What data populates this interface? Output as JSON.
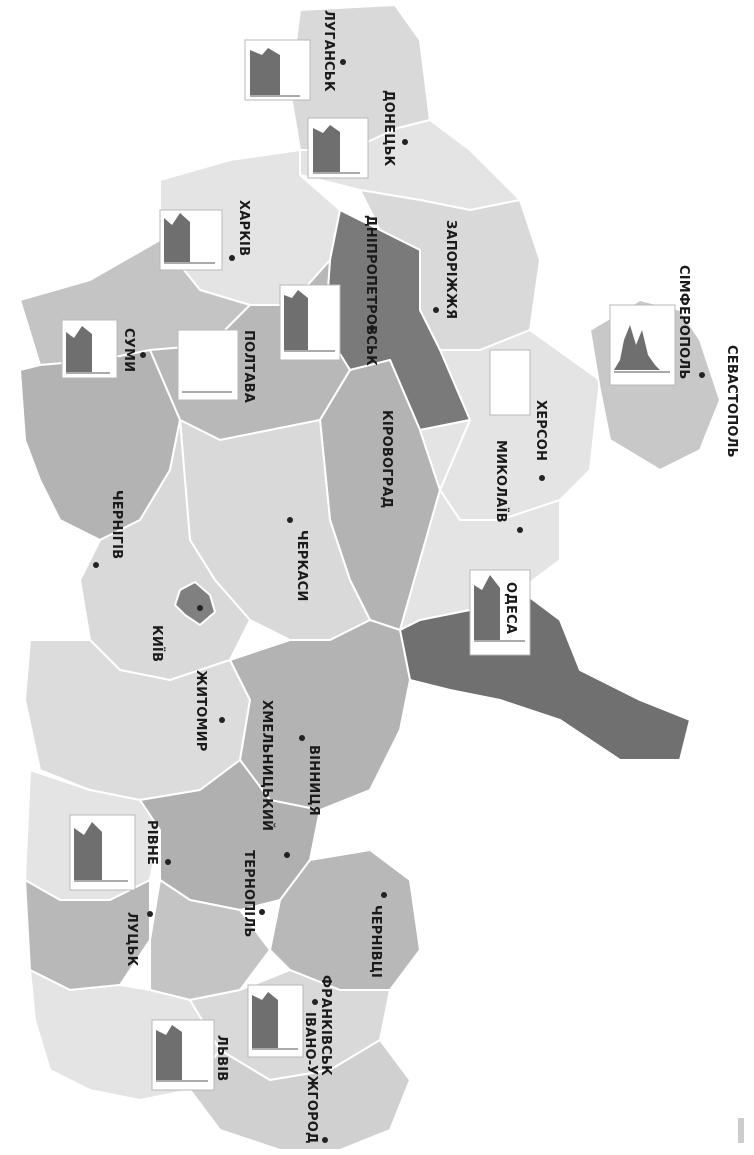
{
  "map": {
    "colors": {
      "light": "#d9d9d9",
      "lighter": "#e4e4e4",
      "medium": "#b3b3b3",
      "dark": "#7a7a7a",
      "darkest": "#666666"
    },
    "cities": {
      "luhansk": "ЛУГАНСЬК",
      "donetsk": "ДОНЕЦЬК",
      "kharkiv": "ХАРКІВ",
      "zaporizhzhia": "ЗАПОРІЖЖЯ",
      "dnipropetrovsk": "ДНІПРОПЕТРОВСЬК",
      "sumy": "СУМИ",
      "poltava": "ПОЛТАВА",
      "chernihiv": "ЧЕРНІГІВ",
      "cherkasy": "ЧЕРКАСИ",
      "kirovohrad": "КІРОВОГРАД",
      "kherson": "ХЕРСОН",
      "mykolaiv": "МИКОЛАЇВ",
      "simferopol": "СІМФЕРОПОЛЬ",
      "sevastopol": "СЕВАСТОПОЛЬ",
      "kyiv": "КИЇВ",
      "odesa": "ОДЕСА",
      "zhytomyr": "ЖИТОМИР",
      "vinnytsia": "ВІННИЦЯ",
      "khmelnytskyi": "ХМЕЛЬНИЦЬКИЙ",
      "rivne": "РІВНЕ",
      "lutsk": "ЛУЦЬК",
      "ternopil": "ТЕРНОПІЛЬ",
      "chernivtsi": "ЧЕРНІВЦІ",
      "lviv": "ЛЬВІВ",
      "ivano_frankivsk_1": "ІВАНО-",
      "ivano_frankivsk_2": "ФРАНКІВСЬК",
      "uzhhorod": "УЖГОРОД"
    }
  }
}
